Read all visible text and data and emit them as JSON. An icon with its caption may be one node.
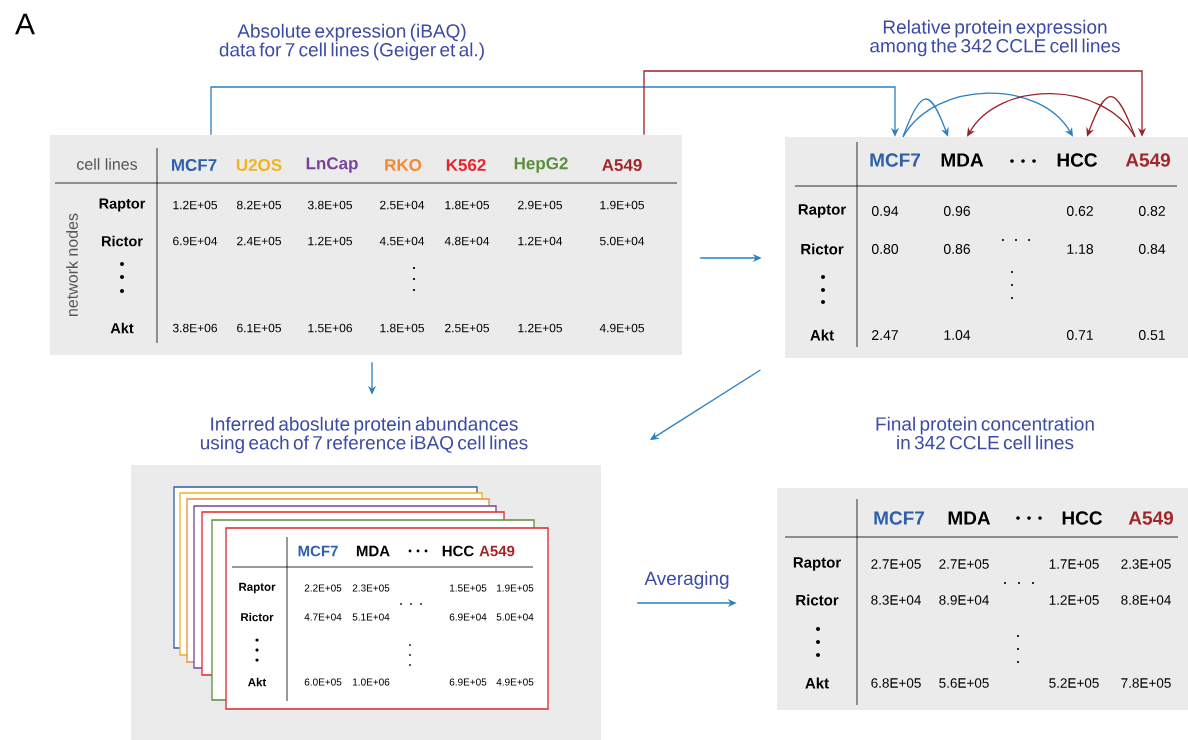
{
  "diagram": {
    "nodes": [
      {
        "text": [
          "Absolute expression (iBAQ) data for 7 cell lines (Geiger et al.)"
        ]
      },
      {
        "text": [
          "Relative protein expression among the 342 CCLE cell lines"
        ]
      },
      {
        "text": [
          "MCF7"
        ],
        "in": 1
      },
      {
        "text": [
          "MDA"
        ],
        "in": 1
      },
      {
        "text": [
          "HCC"
        ],
        "in": 1
      },
      {
        "text": [
          "A549"
        ],
        "in": 1
      },
      {
        "text": [
          "Inferred aboslute protein abundances using each of 7 reference iBAQ cell lines"
        ]
      },
      {
        "text": [],
        "shape": "box",
        "in": 6
      },
      {
        "text": [],
        "shape": "box",
        "in": 6
      },
      {
        "text": [],
        "shape": "box",
        "in": 6
      },
      {
        "text": [],
        "shape": "box",
        "in": 6
      },
      {
        "text": [],
        "shape": "box",
        "in": 6
      },
      {
        "text": [],
        "shape": "box",
        "in": 6
      },
      {
        "text": [],
        "shape": "box",
        "in": 6
      },
      {
        "text": [
          "Final protein concentration in 342 CCLE cell lines"
        ]
      }
    ],
    "edges": [
      {
        "from": 0,
        "to": 2,
        "arrow": "to"
      },
      {
        "from": 0,
        "to": 5,
        "arrow": "to",
        "color": "#9b2226"
      },
      {
        "from": 2,
        "to": 3,
        "arrow": "to"
      },
      {
        "from": 2,
        "to": 4,
        "arrow": "to"
      },
      {
        "from": 5,
        "to": 4,
        "arrow": "to",
        "color": "#9b2226"
      },
      {
        "from": 5,
        "to": 3,
        "arrow": "to",
        "color": "#9b2226"
      },
      {
        "from": 0,
        "to": 1,
        "arrow": "to"
      },
      {
        "from": 0,
        "to": 6,
        "arrow": "to"
      },
      {
        "from": 1,
        "to": 6,
        "arrow": "to"
      },
      {
        "from": 6,
        "to": 14,
        "arrow": "to",
        "label": "Averaging"
      }
    ],
    "labels": [
      "A",
      "cell lines",
      "MCF7",
      "U2OS",
      "LnCap",
      "RKO",
      "K562",
      "HepG2",
      "A549",
      "network nodes",
      "Raptor",
      "1.2E+05",
      "8.2E+05",
      "3.8E+05",
      "2.5E+04",
      "1.8E+05",
      "2.9E+05",
      "1.9E+05",
      "Rictor",
      "6.9E+04",
      "2.4E+05",
      "1.2E+05",
      "4.5E+04",
      "4.8E+04",
      "1.2E+04",
      "5.0E+04",
      "Akt",
      "3.8E+06",
      "6.1E+05",
      "1.5E+06",
      "1.8E+05",
      "2.5E+05",
      "1.2E+05",
      "4.9E+05",
      "Raptor",
      "0.94",
      "0.96",
      "0.62",
      "0.82",
      "Rictor",
      "0.80",
      "0.86",
      "1.18",
      "0.84",
      "Akt",
      "2.47",
      "1.04",
      "0.71",
      "0.51",
      "MCF7",
      "MDA",
      "HCC",
      "A549",
      "Raptor",
      "2.2E+05",
      "2.3E+05",
      "1.5E+05",
      "1.9E+05",
      "Rictor",
      "4.7E+04",
      "5.1E+04",
      "6.9E+04",
      "5.0E+04",
      "Akt",
      "6.0E+05",
      "1.0E+06",
      "6.9E+05",
      "4.9E+05",
      "MCF7",
      "MDA",
      "HCC",
      "A549",
      "Raptor",
      "2.7E+05",
      "2.7E+05",
      "1.7E+05",
      "2.3E+05",
      "Rictor",
      "8.3E+04",
      "8.9E+04",
      "1.2E+05",
      "8.8E+04",
      "Akt",
      "6.8E+05",
      "5.6E+05",
      "5.2E+05",
      "7.8E+05"
    ]
  }
}
